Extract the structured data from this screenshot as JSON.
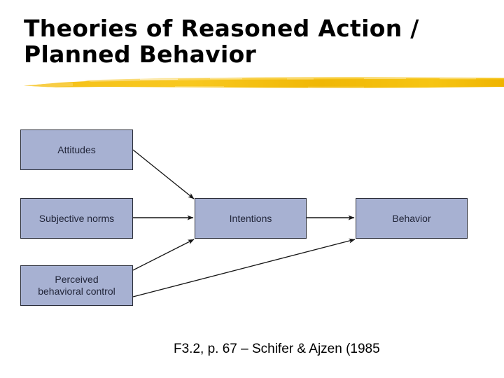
{
  "slide": {
    "title": "Theories of Reasoned Action /\nPlanned Behavior",
    "title_color": "#000000",
    "background_color": "#ffffff",
    "underline": {
      "name": "yellow-brush-underline",
      "color": "#f5c21a",
      "color_light": "#fbd75b",
      "color_dark": "#e8a800"
    },
    "caption": "F3.2, p. 67 – Schifer & Ajzen (1985"
  },
  "diagram": {
    "name": "theory-of-planned-behavior-diagram",
    "box_fill": "#a7b1d2",
    "box_border": "#2c2f3a",
    "box_text_color": "#22263a",
    "arrow_color": "#1a1a1a",
    "nodes": [
      {
        "id": "attitudes",
        "label": "Attitudes"
      },
      {
        "id": "subjective-norms",
        "label": "Subjective norms"
      },
      {
        "id": "perceived-control",
        "label": "Perceived\nbehavioral control"
      },
      {
        "id": "intentions",
        "label": "Intentions"
      },
      {
        "id": "behavior",
        "label": "Behavior"
      }
    ],
    "edges": [
      {
        "from": "attitudes",
        "to": "intentions"
      },
      {
        "from": "subjective-norms",
        "to": "intentions"
      },
      {
        "from": "perceived-control",
        "to": "intentions"
      },
      {
        "from": "perceived-control",
        "to": "behavior"
      },
      {
        "from": "intentions",
        "to": "behavior"
      }
    ]
  }
}
